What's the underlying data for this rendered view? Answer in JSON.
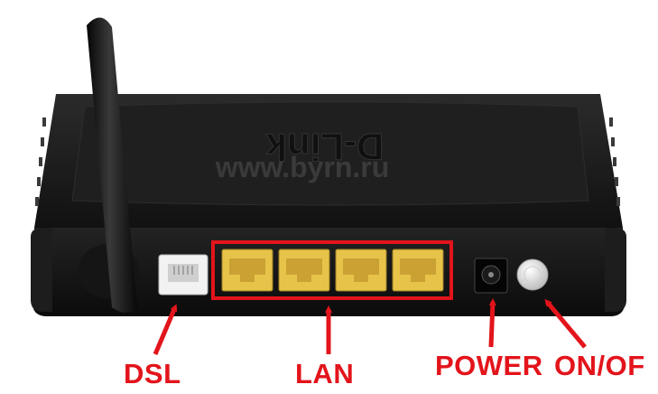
{
  "watermark": "www.byrn.ru",
  "brand_logo": "D-Link",
  "labels": {
    "dsl": "DSL",
    "lan": "LAN",
    "power": "POWER",
    "onoff": "ON/OF"
  },
  "colors": {
    "accent": "#e3141b",
    "body": "#1b1b1b",
    "lan_port": "#e8c34a",
    "switch": "#e6e6e6"
  },
  "icons": [
    "antenna",
    "dsl-port",
    "lan-port",
    "power-jack",
    "power-switch",
    "arrow"
  ]
}
